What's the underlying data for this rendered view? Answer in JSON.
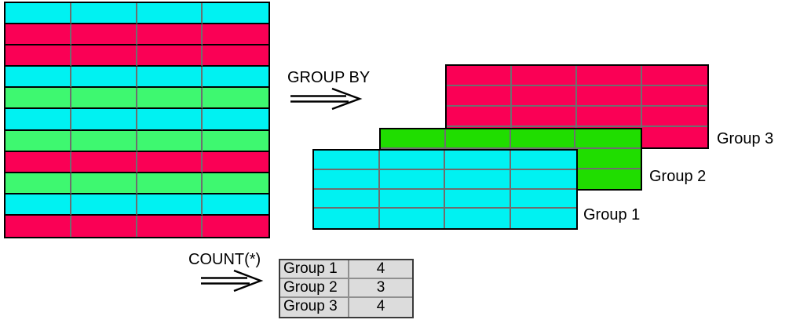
{
  "colors": {
    "cyan": "#00F2F2",
    "pink": "#FA0055",
    "green_light": "#3EF870",
    "green_bright": "#20DD00",
    "grid_line": "#6e6e6e",
    "table_border": "#000000",
    "result_cell_bg": "#DCDCDC",
    "result_border": "#3A3A3A"
  },
  "source_table": {
    "columns": 4,
    "row_colors": [
      "cyan",
      "pink",
      "pink",
      "cyan",
      "green_light",
      "cyan",
      "green_light",
      "pink",
      "green_light",
      "cyan",
      "pink"
    ]
  },
  "operators": {
    "group_by_label": "GROUP BY",
    "count_label": "COUNT(*)"
  },
  "groups": [
    {
      "label": "Group 1",
      "color": "cyan",
      "rows": 4,
      "columns": 4
    },
    {
      "label": "Group 2",
      "color": "green_bright",
      "rows": 3,
      "columns": 4
    },
    {
      "label": "Group 3",
      "color": "pink",
      "rows": 4,
      "columns": 4
    }
  ],
  "result_table": {
    "rows": [
      {
        "group": "Group 1",
        "count": "4"
      },
      {
        "group": "Group 2",
        "count": "3"
      },
      {
        "group": "Group 3",
        "count": "4"
      }
    ]
  }
}
